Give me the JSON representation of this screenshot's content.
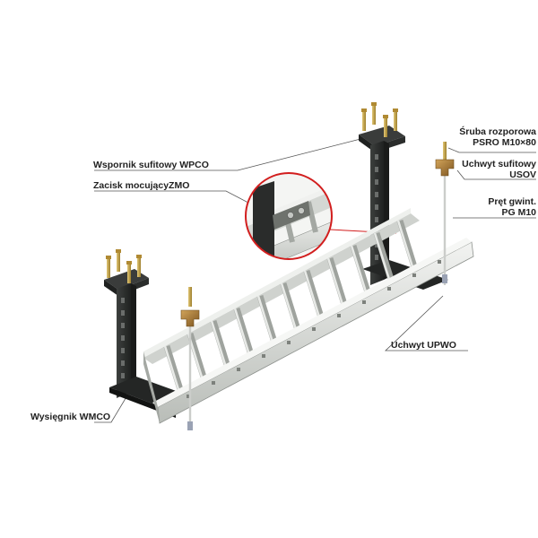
{
  "labels": {
    "wpco": "Wspornik sufitowy WPCO",
    "zmo": "Zacisk mocującyZMO",
    "wmco": "Wysięgnik WMCO",
    "upwo": "Uchwyt UPWO",
    "psro_line1": "Śruba rozporowa",
    "psro_line2": "PSRO M10×80",
    "usov_line1": "Uchwyt sufitowy",
    "usov_line2": "USOV",
    "pg_line1": "Pręt gwint.",
    "pg_line2": "PG M10"
  },
  "colors": {
    "label_text": "#222222",
    "leader_line": "#555555",
    "callout_circle": "#d21e1e",
    "tray_light": "#e4e6e3",
    "tray_mid": "#c3c6c2",
    "tray_dark": "#8e928e",
    "bracket": "#2e302f",
    "clamp": "#a47a3a",
    "bolt": "#c6a34a"
  },
  "icons": {
    "ceiling_bracket": "ceiling-bracket-icon",
    "expansion_bolt": "expansion-bolt-icon",
    "ceiling_clamp": "ceiling-clamp-icon",
    "threaded_rod": "threaded-rod-icon",
    "cable_ladder": "cable-ladder-icon",
    "magnifier_callout": "magnifier-callout-icon"
  }
}
